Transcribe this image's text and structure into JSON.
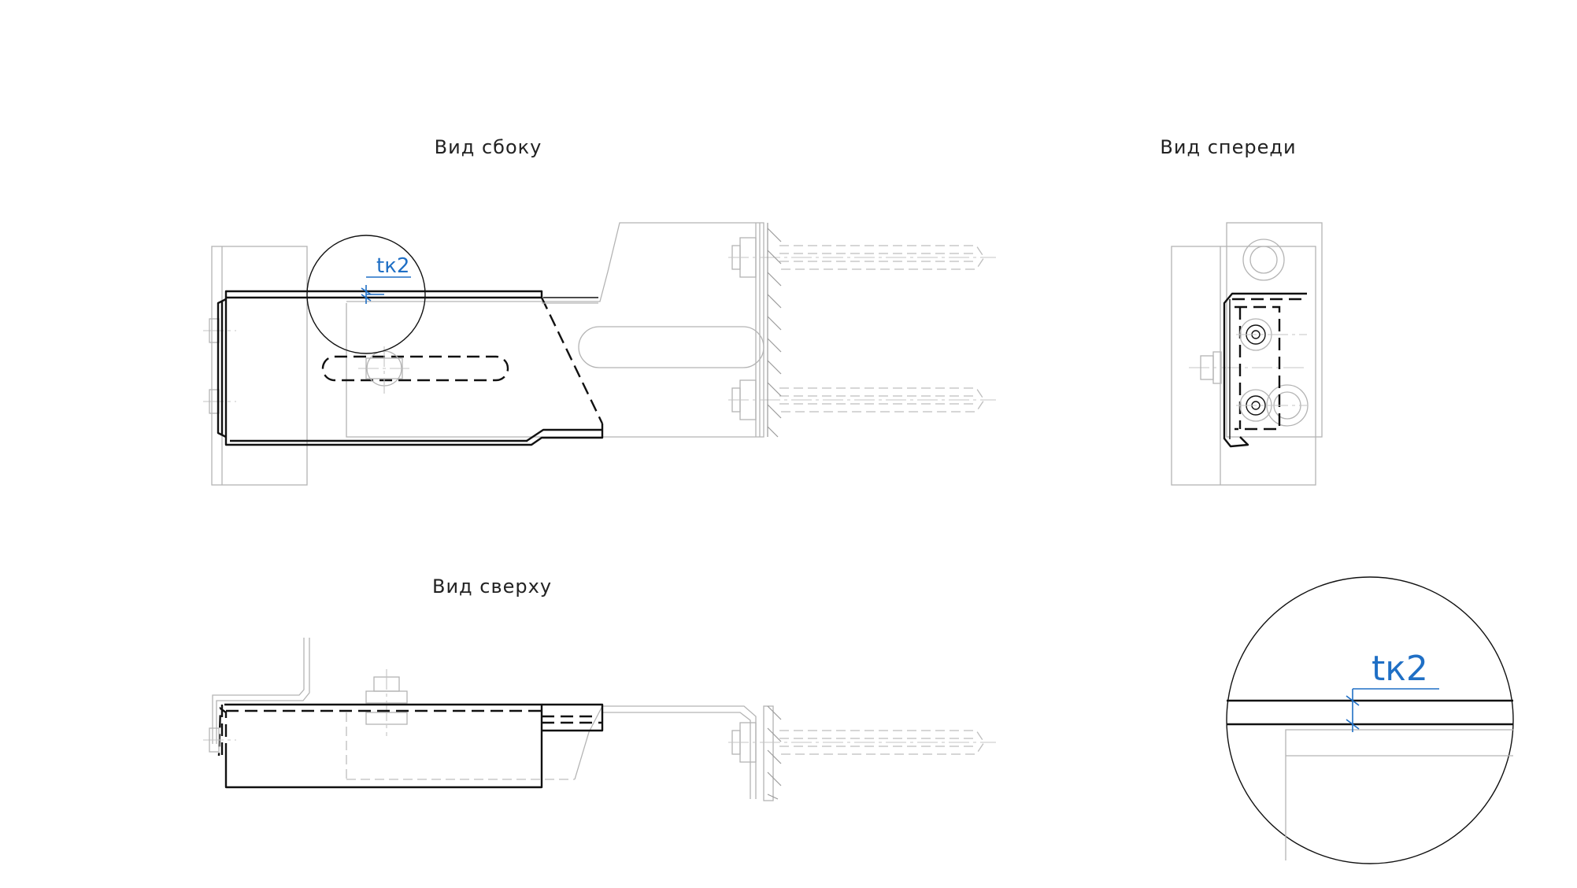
{
  "views": {
    "side": {
      "title": "Вид сбоку"
    },
    "front": {
      "title": "Вид спереди"
    },
    "top": {
      "title": "Вид сверху"
    }
  },
  "dimensions": {
    "thickness_callout": "tк2",
    "detail_callout": "tк2"
  },
  "colors": {
    "part_outline": "#111111",
    "context_geometry": "#b4b4b4",
    "dimension": "#1f6fc5",
    "background": "#ffffff"
  }
}
